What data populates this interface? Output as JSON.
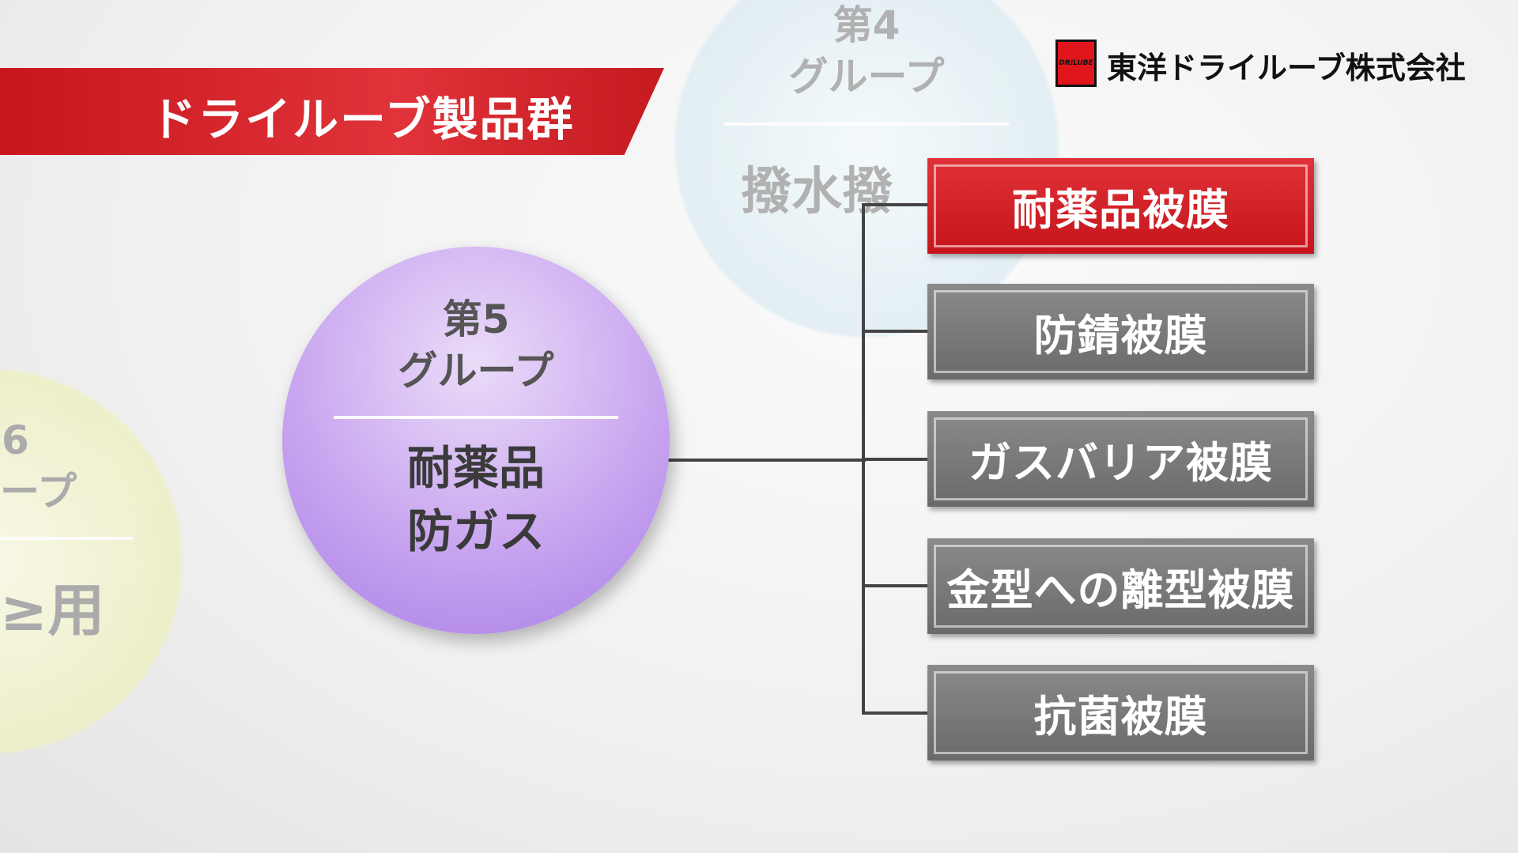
{
  "title": "ドライルーブ製品群",
  "company": {
    "name": "東洋ドライルーブ株式会社",
    "logo_text": "DRILUBE"
  },
  "groups": {
    "g4": {
      "number": "第4",
      "label": "グループ",
      "desc": "撥水撥"
    },
    "g5": {
      "number": "第5",
      "label": "グループ",
      "desc1": "耐薬品",
      "desc2": "防ガス"
    },
    "g6": {
      "number": "6",
      "label": "ープ",
      "desc": "≥用"
    }
  },
  "products": [
    "耐薬品被膜",
    "防錆被膜",
    "ガスバリア被膜",
    "金型への離型被膜",
    "抗菌被膜"
  ],
  "colors": {
    "accent": "#d32027",
    "box": "#777777",
    "group5": "#b893ee"
  }
}
